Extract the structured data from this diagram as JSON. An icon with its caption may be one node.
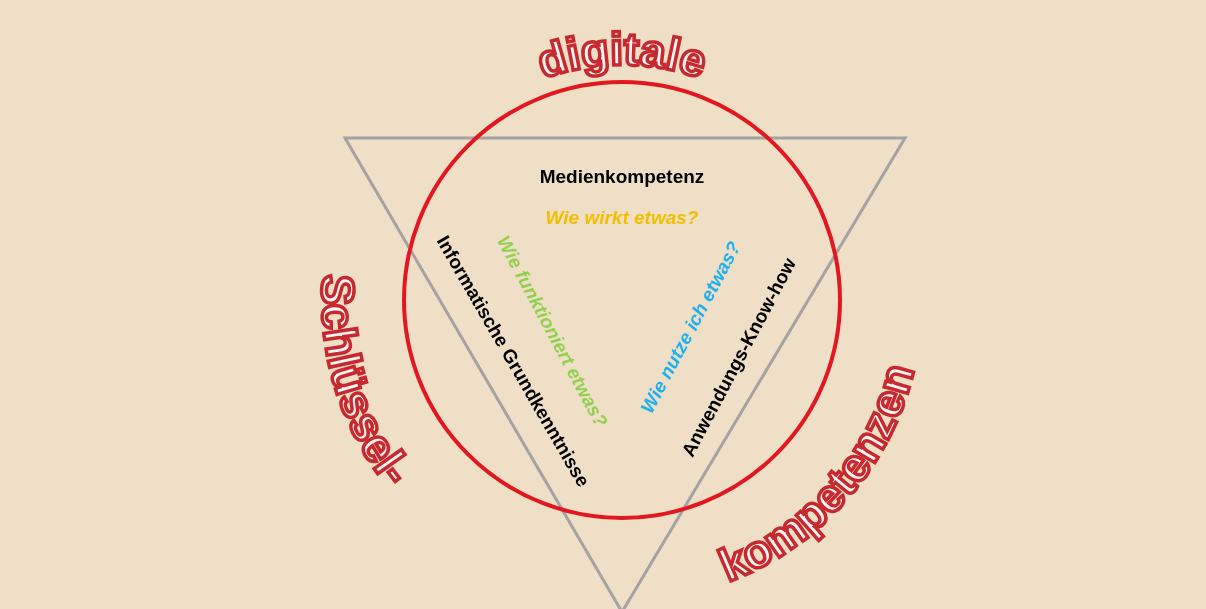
{
  "diagram": {
    "labels": [
      "digitale",
      "Medienkompetenz",
      "Wie wirkt etwas?",
      "Schlüssel-",
      "Informatische Grundkenntnisse",
      "Wie funktioniert etwas?",
      "Wie nutze ich etwas?",
      "Anwendungs-Know-how",
      "kompetenzen"
    ]
  }
}
